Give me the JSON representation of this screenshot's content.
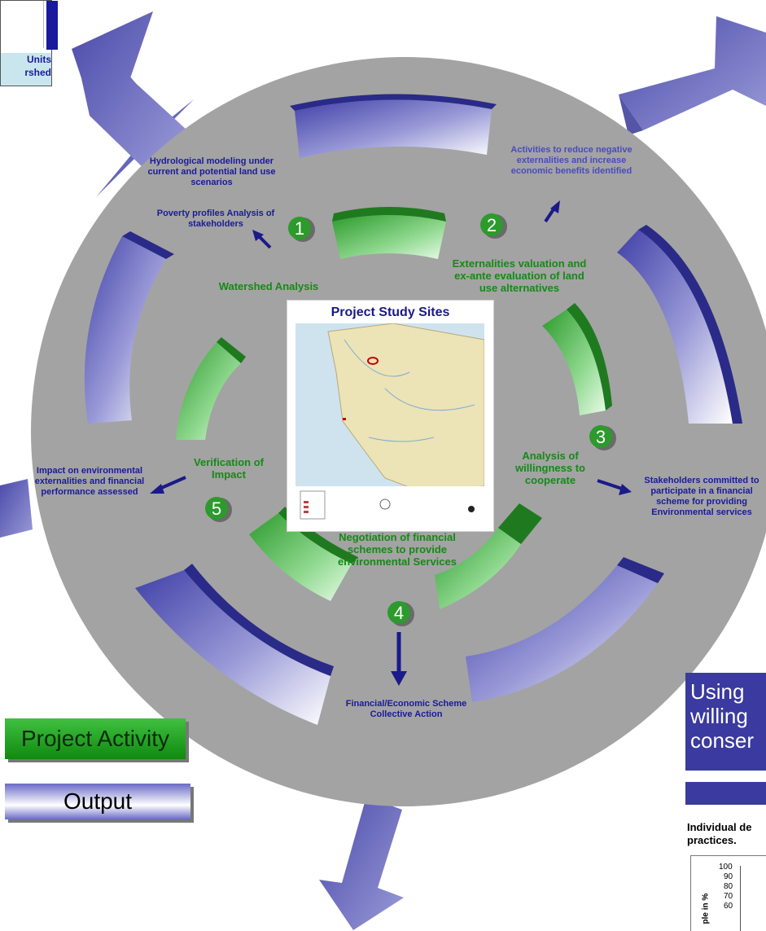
{
  "top_left_card": {
    "line1": "Units",
    "line2": "rshed"
  },
  "center": {
    "title": "Project Study Sites"
  },
  "steps": [
    {
      "number": "1",
      "label": "Watershed Analysis"
    },
    {
      "number": "2",
      "label": "Externalities valuation and ex-ante evaluation of land use alternatives"
    },
    {
      "number": "3",
      "label": "Analysis of willingness to cooperate"
    },
    {
      "number": "4",
      "label": "Negotiation of financial schemes to provide environmental Services"
    },
    {
      "number": "5",
      "label": "Verification of Impact"
    }
  ],
  "outputs": {
    "hydro": "Hydrological modeling under current and potential land use scenarios",
    "poverty": "Poverty profiles Analysis of stakeholders",
    "activities": "Activities to reduce negative externalities and increase economic benefits identified",
    "stakeholders": "Stakeholders committed to participate in a financial scheme for providing Environmental services",
    "financial": "Financial/Economic Scheme Collective Action",
    "impact": "Impact on environmental externalities and financial performance assessed"
  },
  "legend": {
    "activity": "Project Activity",
    "output": "Output"
  },
  "right_panel": {
    "heading_lines": [
      "Using",
      "willing",
      "conser"
    ],
    "subheading": "Individual de practices.",
    "y_axis_label": "ple in %",
    "y_ticks": [
      "100",
      "90",
      "80",
      "70",
      "60"
    ]
  },
  "colors": {
    "disc": "#a3a3a3",
    "activity_green": "#3aa83a",
    "output_blue": "#3a3aa0",
    "text_output": "#1a1a9c",
    "text_activity": "#158a15"
  }
}
